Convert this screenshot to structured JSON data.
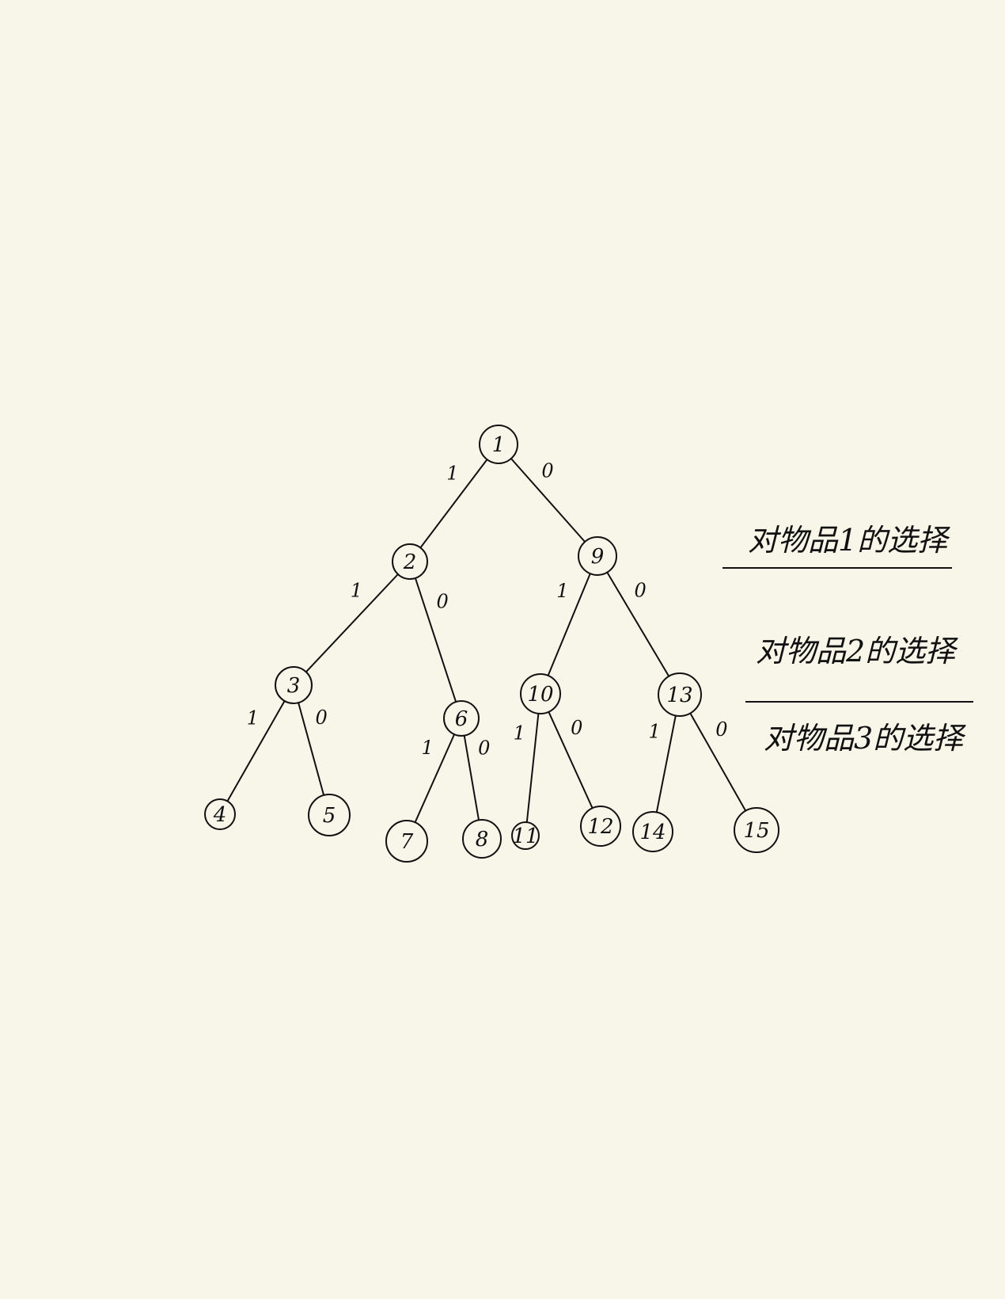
{
  "diagram": {
    "type": "binary-decision-tree",
    "ink_color": "#111111",
    "paper_color": "#f8f5e9",
    "nodes": [
      {
        "id": "1",
        "label": "1"
      },
      {
        "id": "2",
        "label": "2"
      },
      {
        "id": "9",
        "label": "9"
      },
      {
        "id": "3",
        "label": "3"
      },
      {
        "id": "6",
        "label": "6"
      },
      {
        "id": "10",
        "label": "10"
      },
      {
        "id": "13",
        "label": "13"
      },
      {
        "id": "4",
        "label": "4"
      },
      {
        "id": "5",
        "label": "5"
      },
      {
        "id": "7",
        "label": "7"
      },
      {
        "id": "8",
        "label": "8"
      },
      {
        "id": "11",
        "label": "11"
      },
      {
        "id": "12",
        "label": "12"
      },
      {
        "id": "14",
        "label": "14"
      },
      {
        "id": "15",
        "label": "15"
      }
    ],
    "edges": [
      {
        "from": "1",
        "to": "2",
        "label": "1"
      },
      {
        "from": "1",
        "to": "9",
        "label": "0"
      },
      {
        "from": "2",
        "to": "3",
        "label": "1"
      },
      {
        "from": "2",
        "to": "6",
        "label": "0"
      },
      {
        "from": "9",
        "to": "10",
        "label": "1"
      },
      {
        "from": "9",
        "to": "13",
        "label": "0"
      },
      {
        "from": "3",
        "to": "4",
        "label": "1"
      },
      {
        "from": "3",
        "to": "5",
        "label": "0"
      },
      {
        "from": "6",
        "to": "7",
        "label": "1"
      },
      {
        "from": "6",
        "to": "8",
        "label": "0"
      },
      {
        "from": "10",
        "to": "11",
        "label": "1"
      },
      {
        "from": "10",
        "to": "12",
        "label": "0"
      },
      {
        "from": "13",
        "to": "14",
        "label": "1"
      },
      {
        "from": "13",
        "to": "15",
        "label": "0"
      }
    ],
    "level_notes": [
      {
        "text": "对物品1的选择"
      },
      {
        "text": "对物品2的选择"
      },
      {
        "text": "对物品3的选择"
      }
    ]
  }
}
